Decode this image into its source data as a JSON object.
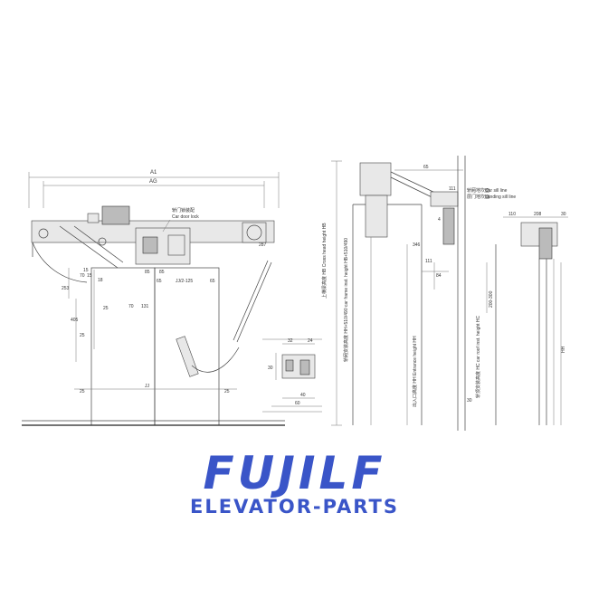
{
  "front_view": {
    "dim_a1": "A1",
    "dim_ag": "AG",
    "car_door_lock_cn": "轿门锁装配",
    "car_door_lock_en": "Car door lock",
    "dims": [
      "287",
      "85",
      "85",
      "65",
      "JJ/2-125",
      "65",
      "70",
      "131",
      "25",
      "15",
      "18",
      "253",
      "70",
      "15",
      "405",
      "25",
      "JJ",
      "25",
      "25"
    ]
  },
  "detail_view": {
    "dims": [
      "32",
      "24",
      "30",
      "40",
      "60"
    ]
  },
  "side_view": {
    "dims": [
      "65",
      "111",
      "4",
      "346",
      "111",
      "84",
      "30"
    ],
    "car_sill_line": "Car sill line",
    "car_sill_line_cn": "轿厢地坎面",
    "landing_sill_line": "Landing sill line",
    "landing_sill_line_cn": "层门地坎面",
    "cross_head_height": "上横梁高度 HB Cross head height HB",
    "car_frame_height": "轿厢安装高度 HH+510/490 car frame inst. height HB+510/490",
    "entrance_height": "出入口高度 HH Entrance height HH",
    "car_roof_height": "轿顶安装高度 HC car roof inst. height HC"
  },
  "right_view": {
    "dims": [
      "110",
      "208",
      "30",
      "200-300",
      "HH"
    ]
  },
  "brand": {
    "logo": "FUJILF",
    "tagline": "ELEVATOR-PARTS"
  },
  "colors": {
    "brand_blue": "#3a55c8",
    "line": "#444444"
  }
}
